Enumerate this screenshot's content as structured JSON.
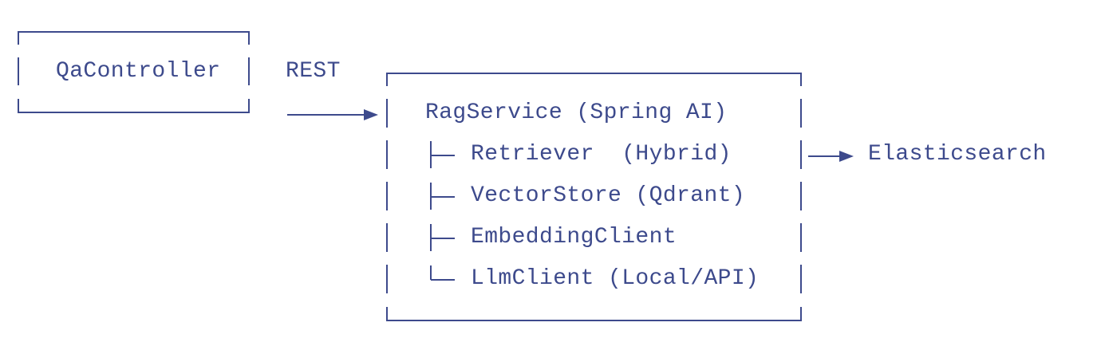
{
  "controller": {
    "label": "QaController"
  },
  "connection": {
    "label": "REST"
  },
  "service": {
    "title": "RagService (Spring AI)",
    "components": [
      {
        "branch": "├─",
        "label": "Retriever  (Hybrid)"
      },
      {
        "branch": "├─",
        "label": "VectorStore (Qdrant)"
      },
      {
        "branch": "├─",
        "label": "EmbeddingClient"
      },
      {
        "branch": "└─",
        "label": "LlmClient (Local/API)"
      }
    ]
  },
  "external": {
    "label": "Elasticsearch"
  },
  "colors": {
    "ink": "#3d4a8c"
  }
}
